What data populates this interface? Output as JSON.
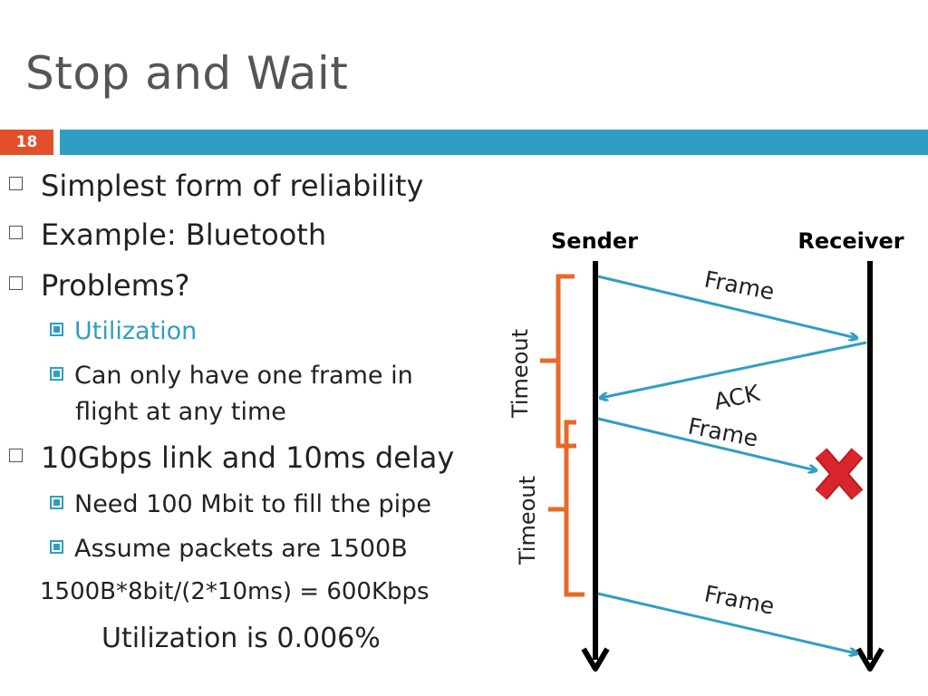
{
  "slide": {
    "title": "Stop and Wait",
    "number": "18"
  },
  "bullets": [
    {
      "text": "Simplest form of reliability"
    },
    {
      "text": "Example: Bluetooth"
    },
    {
      "text": "Problems?"
    },
    {
      "text": "Utilization"
    },
    {
      "text": "Can only have one frame in"
    },
    {
      "text": "flight at any time"
    },
    {
      "text": "10Gbps link and 10ms delay"
    },
    {
      "text": "Need 100 Mbit to fill the pipe"
    },
    {
      "text": "Assume packets are 1500B"
    }
  ],
  "formula": "1500B*8bit/(2*10ms) = 600Kbps",
  "utilization_result": "Utilization is 0.006%",
  "diagram": {
    "sender": "Sender",
    "receiver": "Receiver",
    "timeout_1": "Timeout",
    "timeout_2": "Timeout",
    "frame_1": "Frame",
    "ack": "ACK",
    "frame_2": "Frame",
    "frame_3": "Frame"
  },
  "colors": {
    "accent_blue": "#2e9fc3",
    "accent_orange": "#e2502b",
    "brace_orange": "#e86a2a",
    "lost_red": "#d9252b"
  }
}
